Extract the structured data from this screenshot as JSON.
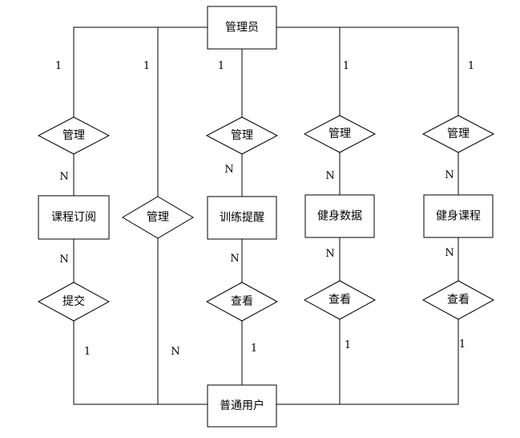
{
  "entities": {
    "admin": "管理员",
    "user": "普通用户",
    "course_subscription": "课程订阅",
    "training_reminder": "训练提醒",
    "fitness_data": "健身数据",
    "fitness_course": "健身课程"
  },
  "relationships": {
    "manage_subscription": "管理",
    "manage_user": "管理",
    "manage_reminder": "管理",
    "manage_data": "管理",
    "manage_course": "管理",
    "submit": "提交",
    "view_reminder": "查看",
    "view_data": "查看",
    "view_course": "查看"
  },
  "cardinalities": {
    "one": "1",
    "many": "N"
  }
}
